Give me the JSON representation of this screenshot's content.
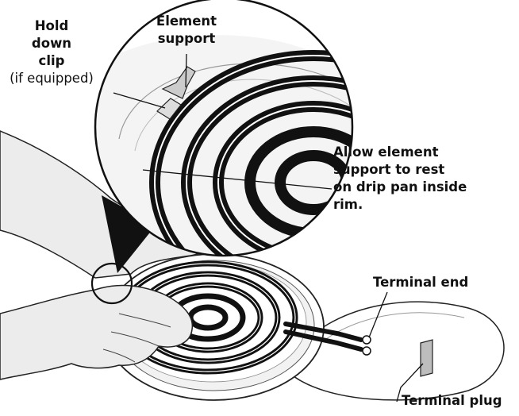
{
  "labels": {
    "hold_down_clip": {
      "line1": "Hold",
      "line2": "down",
      "line3": "clip",
      "note": "(if equipped)"
    },
    "element_support": {
      "line1": "Element",
      "line2": "support"
    },
    "allow_rest": {
      "line1": "Allow element",
      "line2": "support to rest",
      "line3": "on drip pan inside",
      "line4": "rim."
    },
    "terminal_end": "Terminal end",
    "terminal_plug": "Terminal plug"
  }
}
